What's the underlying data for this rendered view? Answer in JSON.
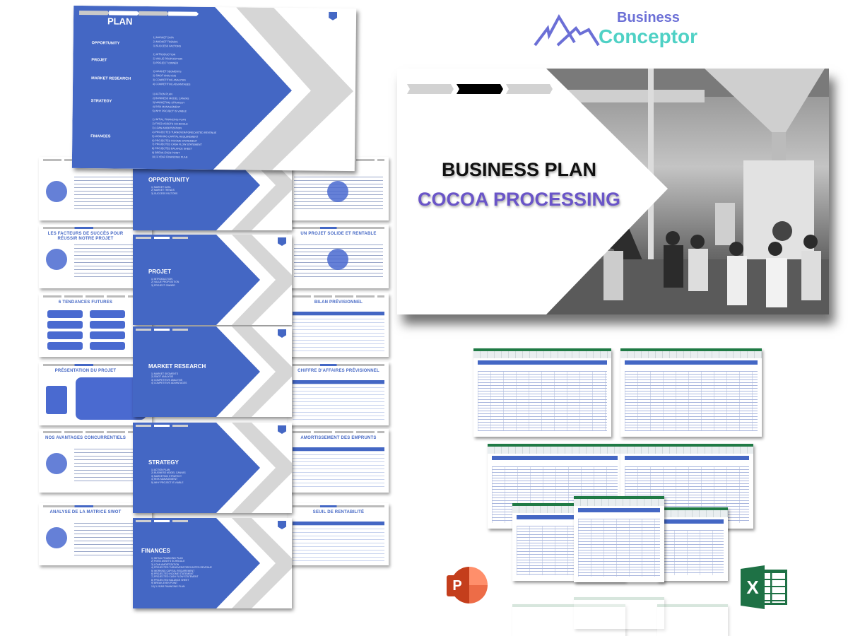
{
  "brand": {
    "line1": "Business",
    "line2": "Conceptor",
    "colors": {
      "mountain": "#6b6fd6",
      "business": "#6b6fd6",
      "conceptor": "#4fd1c5"
    }
  },
  "cover": {
    "title": "BUSINESS PLAN",
    "subtitle": "COCOA PROCESSING",
    "title_color": "#111111",
    "subtitle_color": "#6a55c8"
  },
  "plan": {
    "title": "PLAN",
    "sections": [
      {
        "label": "OPPORTUNITY",
        "items": [
          "1) MARKET DATA",
          "2) MARKET TRENDS",
          "3) SUCCESS FACTORS"
        ]
      },
      {
        "label": "PROJET",
        "items": [
          "1) INTRODUCTION",
          "2) VALUE PROPOSITION",
          "3) PROJECT OWNER"
        ]
      },
      {
        "label": "MARKET RESEARCH",
        "items": [
          "1) MARKET SEGMENTS",
          "2) SWOT ANALYSIS",
          "3) COMPETITIVE ANALYSIS",
          "4) COMPETITIVE ADVANTAGES"
        ]
      },
      {
        "label": "STRATEGY",
        "items": [
          "1) ACTION PLAN",
          "2) BUSINESS MODEL CANVAS",
          "3) MARKETING STRATEGY",
          "4) RISK MANAGEMENT",
          "5) WHY PROJECT IS VIABLE"
        ]
      },
      {
        "label": "FINANCES",
        "items": [
          "1) INITIAL FINANCING PLAN",
          "2) FIXED ASSETS SCHEDULE",
          "3) LOAN AMORTIZATION",
          "4) PROJECTED TURNOVER/FORECASTED REVENUE",
          "5) WORKING CAPITAL REQUIREMENT",
          "6) PROJECTED INCOME STATEMENT",
          "7) PROJECTED CASH FLOW STATEMENT",
          "8) PROJECTED BALANCE SHEET",
          "9) BREAK-EVEN POINT",
          "10) 3-YEAR FINANCING PLAN"
        ]
      }
    ]
  },
  "left_thumbs": [
    "",
    "LES FACTEURS DE SUCCÈS POUR RÉUSSIR NOTRE PROJET",
    "6 TENDANCES FUTURES",
    "PRÉSENTATION DU PROJET",
    "NOS AVANTAGES CONCURRENTIELS",
    "ANALYSE DE LA MATRICE SWOT"
  ],
  "right_thumbs": [
    "",
    "UN PROJET SOLIDE ET RENTABLE",
    "BILAN PRÉVISIONNEL",
    "CHIFFRE D'AFFAIRES PRÉVISIONNEL",
    "AMORTISSEMENT DES EMPRUNTS",
    "SEUIL DE RENTABILITÉ"
  ],
  "accent": "#4467c4",
  "icons": {
    "powerpoint": "powerpoint-icon",
    "excel": "excel-icon"
  },
  "apps": {
    "ppt_letter": "P",
    "xl_letter": "X"
  }
}
